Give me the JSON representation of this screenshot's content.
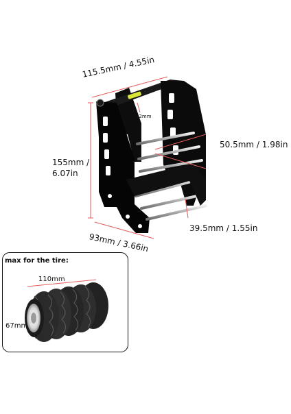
{
  "dimensions": {
    "width": "115.5mm / 4.55in",
    "slot": "12mm",
    "height_line1": "155mm /",
    "height_line2": "6.07in",
    "upper_spacing": "50.5mm / 1.98in",
    "lower_spacing": "39.5mm / 1.55in",
    "depth": "93mm / 3.66in"
  },
  "inset": {
    "title": "max for the tire:",
    "tire_width": "110mm",
    "tire_diameter": "67mm"
  },
  "colors": {
    "dimension_line": "#e45a5a",
    "frame": "#111111",
    "rod": "#c8c8c8",
    "tire": "#2b2b2b",
    "bubble_level": "#d8e63a"
  }
}
